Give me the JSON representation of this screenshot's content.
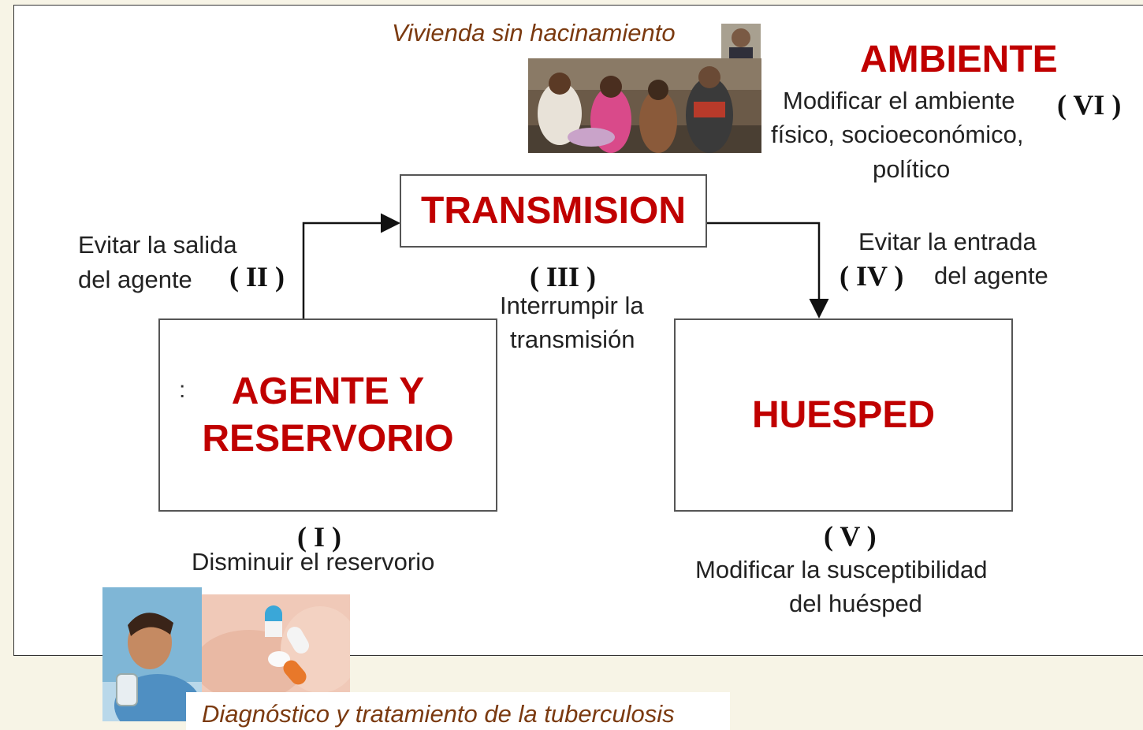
{
  "nodes": {
    "transmision": "TRANSMISION",
    "agente_line1": "AGENTE Y",
    "agente_line2": "RESERVORIO",
    "huesped": "HUESPED",
    "ambiente": "AMBIENTE"
  },
  "interventions": {
    "i": {
      "numeral": "( I )",
      "text": "Disminuir el reservorio"
    },
    "ii": {
      "numeral": "( II )",
      "line1": "Evitar la salida",
      "line2": "del agente"
    },
    "iii": {
      "numeral": "( III )",
      "line1": "Interrumpir la",
      "line2": "transmisión"
    },
    "iv": {
      "numeral": "( IV )",
      "line1": "Evitar la entrada",
      "line2": "del agente"
    },
    "v": {
      "numeral": "( V )",
      "line1": "Modificar la susceptibilidad",
      "line2": "del huésped"
    },
    "vi": {
      "numeral": "( VI )",
      "line1": "Modificar el ambiente",
      "line2": "físico, socioeconómico,",
      "line3": "político"
    }
  },
  "captions": {
    "vivienda": "Vivienda sin hacinamiento",
    "tuberculosis": "Diagnóstico y tratamiento de la tuberculosis"
  },
  "colors": {
    "node_text": "#c00000",
    "caption": "#7b3a10"
  }
}
